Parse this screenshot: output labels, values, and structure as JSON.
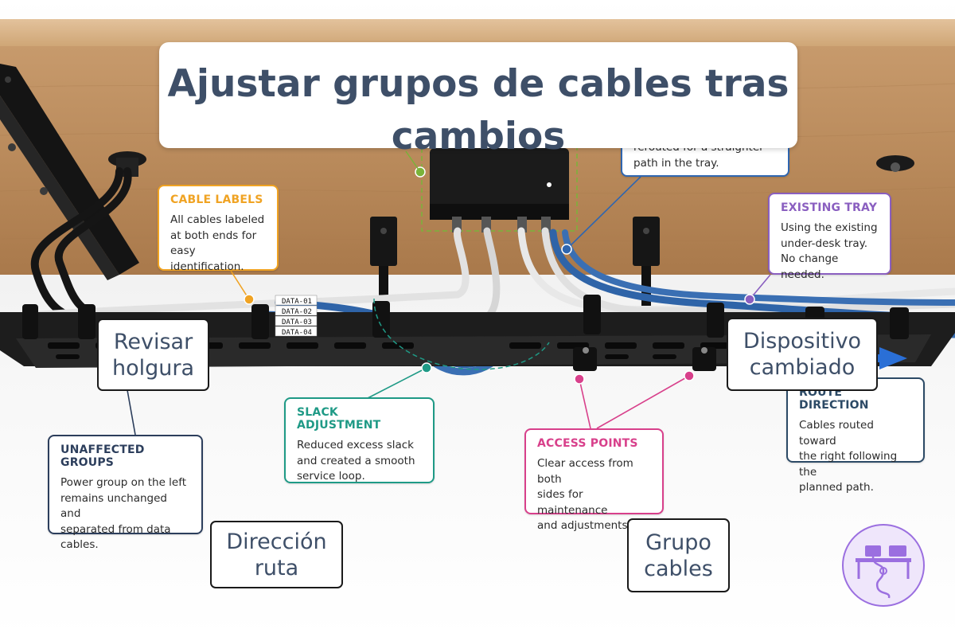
{
  "title": "Ajustar grupos de cables tras cambios",
  "colors": {
    "title_text": "#3e4f68",
    "wood": "#b88a5c",
    "cable_blue": "#2f64a8",
    "cable_white": "#e2e2e2",
    "tray": "#1c1c1c"
  },
  "port_labels": [
    "DATA-01",
    "DATA-02",
    "DATA-03",
    "DATA-04"
  ],
  "callouts": {
    "rerouted": {
      "title": "",
      "body": [
        "rerouted for a straighter",
        "path in the tray."
      ],
      "color": "#2f66b0"
    },
    "cable_labels": {
      "title": "CABLE LABELS",
      "body": [
        "All cables labeled",
        "at both ends for",
        "easy identification."
      ],
      "color": "#f0a323"
    },
    "existing_tray": {
      "title": "EXISTING TRAY",
      "body": [
        "Using the existing",
        "under-desk tray.",
        "No change needed."
      ],
      "color": "#8a5fc0"
    },
    "slack_adjustment": {
      "title": "SLACK ADJUSTMENT",
      "body": [
        "Reduced excess slack",
        "and created a smooth",
        "service loop."
      ],
      "color": "#1f9a86"
    },
    "unaffected_groups": {
      "title": "UNAFFECTED GROUPS",
      "body": [
        "Power group on the left",
        "remains unchanged and",
        "separated from data",
        "cables."
      ],
      "color": "#2c3e5c"
    },
    "access_points": {
      "title": "ACCESS POINTS",
      "body": [
        "Clear access from both",
        "sides for maintenance",
        "and adjustments."
      ],
      "color": "#d8408b"
    },
    "route_direction": {
      "title": "ROUTE DIRECTION",
      "body": [
        "Cables routed toward",
        "the right following the",
        "planned path."
      ],
      "color": "#2c4a66"
    }
  },
  "labels": {
    "revisar_holgura": "Revisar holgura",
    "dispositivo_cambiado": "Dispositivo cambiado",
    "direccion_ruta": "Dirección ruta",
    "grupo_cables": "Grupo cables"
  },
  "logo_icon": "desk-cable-routing-icon"
}
